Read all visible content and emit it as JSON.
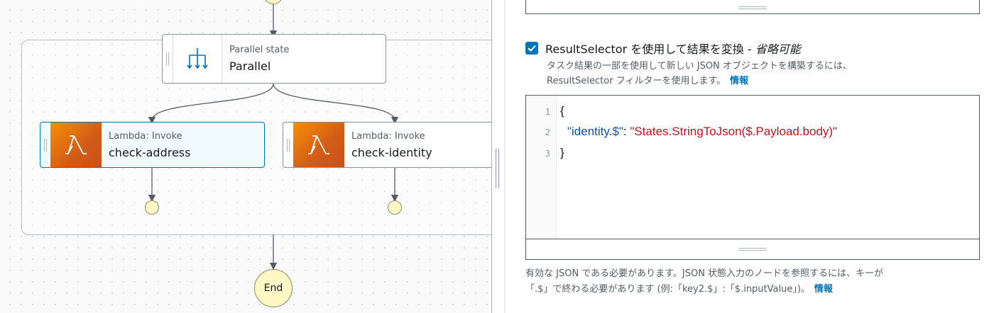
{
  "canvas": {
    "parallel": {
      "type_label": "Parallel state",
      "name": "Parallel"
    },
    "branches": [
      {
        "type_label": "Lambda: Invoke",
        "name": "check-address",
        "selected": true
      },
      {
        "type_label": "Lambda: Invoke",
        "name": "check-identity",
        "selected": false
      }
    ],
    "end_label": "End"
  },
  "result_selector": {
    "checked": true,
    "title_main": "ResultSelector を使用して結果を変換 - ",
    "title_optional": "省略可能",
    "description_line1": "タスク結果の一部を使用して新しい JSON オブジェクトを構築するには、",
    "description_line2": "ResultSelector フィルターを使用します。",
    "info_link": "情報"
  },
  "editor": {
    "line_numbers": [
      "1",
      "2",
      "3"
    ],
    "line1": "{",
    "line2_key": "\"identity.$\"",
    "line2_colon": ": ",
    "line2_value": "\"States.StringToJson($.Payload.body)\"",
    "line3": "}"
  },
  "footer": {
    "line1": "有効な JSON である必要があります。JSON 状態入力のノードを参照するには、キーが",
    "line2": "「.$」で終わる必要があります (例:「key2.$」:「$.inputValue」)。",
    "info_link": "情報"
  },
  "colors": {
    "accent": "#0073bb",
    "lambda_orange": "#e07117",
    "terminal_fill": "#fff8c4",
    "json_key": "#0d4fb3",
    "json_string": "#c1121f"
  }
}
